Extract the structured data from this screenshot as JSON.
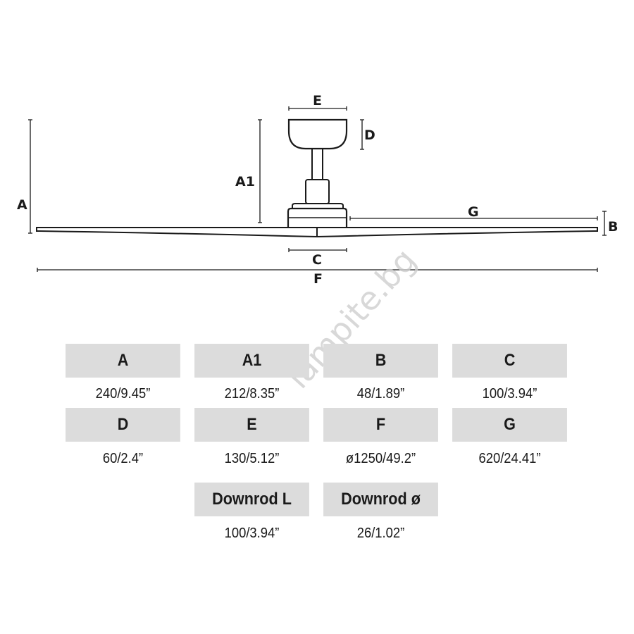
{
  "diagram": {
    "labels": {
      "A": "A",
      "A1": "A1",
      "B": "B",
      "C": "C",
      "D": "D",
      "E": "E",
      "F": "F",
      "G": "G"
    },
    "watermark": "lampite.bg"
  },
  "table": {
    "rows": [
      {
        "headers": [
          "A",
          "A1",
          "B",
          "C"
        ],
        "values": [
          "240/9.45”",
          "212/8.35”",
          "48/1.89”",
          "100/3.94”"
        ]
      },
      {
        "headers": [
          "D",
          "E",
          "F",
          "G"
        ],
        "values": [
          "60/2.4”",
          "130/5.12”",
          "ø1250/49.2”",
          "620/24.41”"
        ]
      },
      {
        "headers": [
          "Downrod L",
          "Downrod ø"
        ],
        "values": [
          "100/3.94”",
          "26/1.02”"
        ]
      }
    ]
  }
}
